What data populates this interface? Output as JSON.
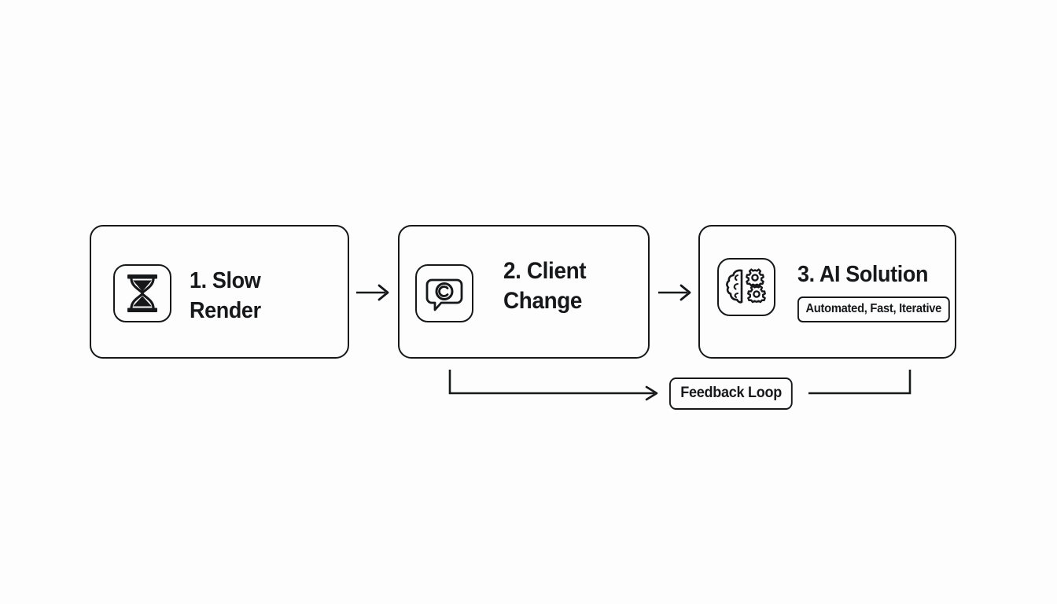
{
  "diagram": {
    "background_color": "#fdfdfd",
    "stroke_color": "#16181a",
    "stages": [
      {
        "id": "stage-1",
        "title": "1. Slow Render",
        "icon": "hourglass-icon"
      },
      {
        "id": "stage-2",
        "title": "2. Client\nChange",
        "icon": "speech-bubble-copyright-icon"
      },
      {
        "id": "stage-3",
        "title": "3. AI Solution",
        "icon": "brain-gears-icon",
        "badge": "Automated, Fast, Iterative"
      }
    ],
    "connectors": [
      {
        "id": "arrow-1-2",
        "icon": "arrow-right-icon",
        "from": "stage-1",
        "to": "stage-2"
      },
      {
        "id": "arrow-2-3",
        "icon": "arrow-right-icon",
        "from": "stage-2",
        "to": "stage-3"
      }
    ],
    "feedback_loop": {
      "label": "Feedback Loop",
      "icon": "loop-arrow-icon",
      "from": "stage-2",
      "to": "stage-3"
    }
  }
}
